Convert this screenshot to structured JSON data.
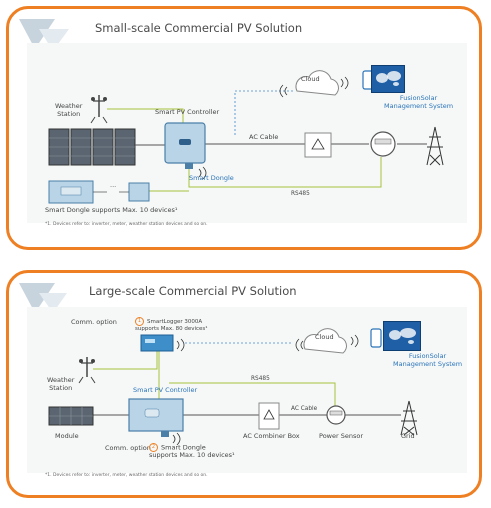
{
  "top": {
    "title": "Small-scale Commercial PV Solution",
    "weather_station": "Weather\nStation",
    "controller": "Smart PV Controller",
    "cloud": "Cloud",
    "management": "FusionSolar\nManagement System",
    "ac_cable": "AC Cable",
    "smart_dongle": "Smart Dongle",
    "rs485": "RS485",
    "dongle_support": "Smart Dongle supports Max. 10 devices¹",
    "note": "*1. Devices refer to: inverter, meter, weather station devices and so on.",
    "ellipsis": "...",
    "meter_text": "kWh"
  },
  "bottom": {
    "title": "Large-scale Commercial PV Solution",
    "comm_option_1": "Comm. option",
    "smartlogger": "SmartLogger 3000A\nsupports Max. 80 devices¹",
    "weather_station": "Weather\nStation",
    "cloud": "Cloud",
    "management": "FusionSolar\nManagement System",
    "rs485": "RS485",
    "controller": "Smart PV Controller",
    "ac_cable": "AC Cable",
    "module": "Module",
    "ac_combiner": "AC Combiner Box",
    "power_sensor": "Power Sensor",
    "grid": "Grid",
    "comm_option_2": "Comm. option",
    "smart_dongle": "Smart Dongle\nsupports Max. 10 devices¹",
    "badge_1": "1",
    "badge_2": "2",
    "note": "*1. Devices refer to: inverter, meter, weather station devices and so on."
  },
  "colors": {
    "frame": "#ee7f22",
    "green_line": "#a6c23a",
    "blue_line": "#3f86c8",
    "dark_line": "#555555",
    "device": "#b8d4e6",
    "brand_blue": "#1f5fa6"
  }
}
